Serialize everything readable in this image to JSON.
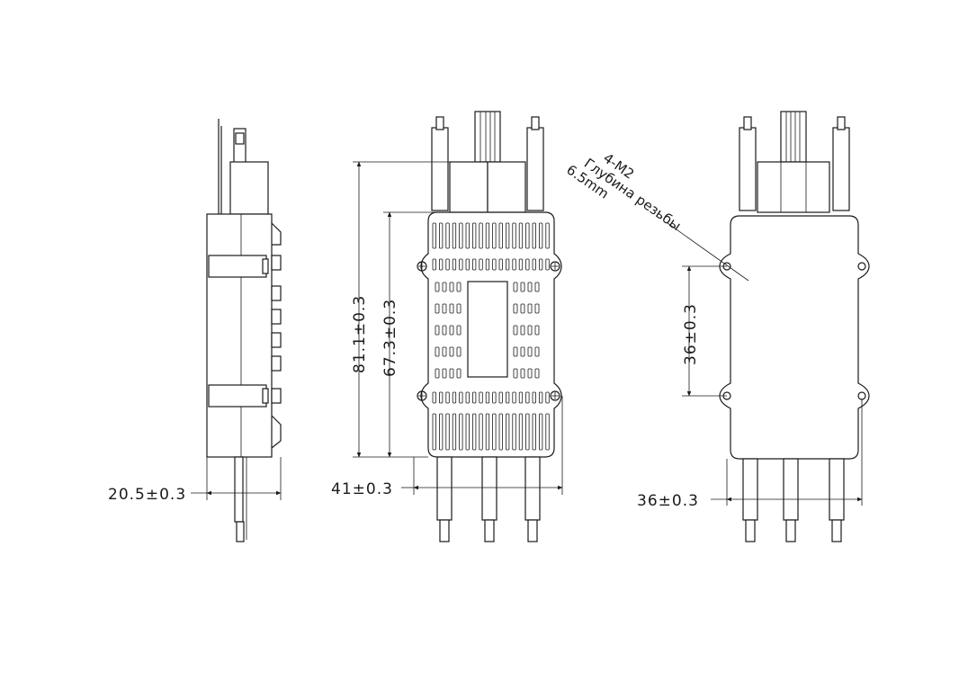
{
  "dimensions": {
    "side_width": "20.5±0.3",
    "front_width": "41±0.3",
    "front_total_height": "81.1±0.3",
    "front_body_height": "67.3±0.3",
    "back_hole_vertical": "36±0.3",
    "back_hole_horizontal": "36±0.3"
  },
  "note": {
    "line1": "4-M2",
    "line2": "Глубина резьбы",
    "line3": "6.5mm"
  },
  "colors": {
    "line": "#1a1a1a",
    "background": "#ffffff"
  }
}
